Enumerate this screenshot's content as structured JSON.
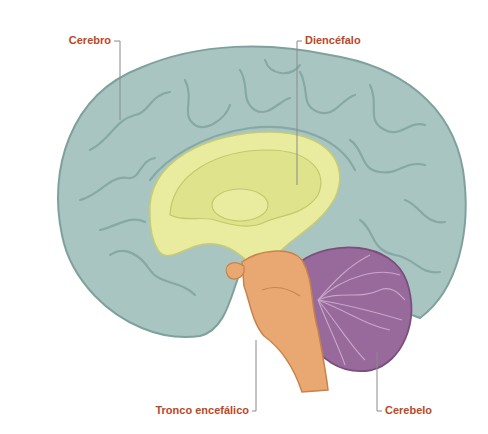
{
  "diagram": {
    "labels": [
      "Cerebro",
      "Diencéfalo",
      "Tronco encefálico",
      "Cerebelo"
    ]
  }
}
